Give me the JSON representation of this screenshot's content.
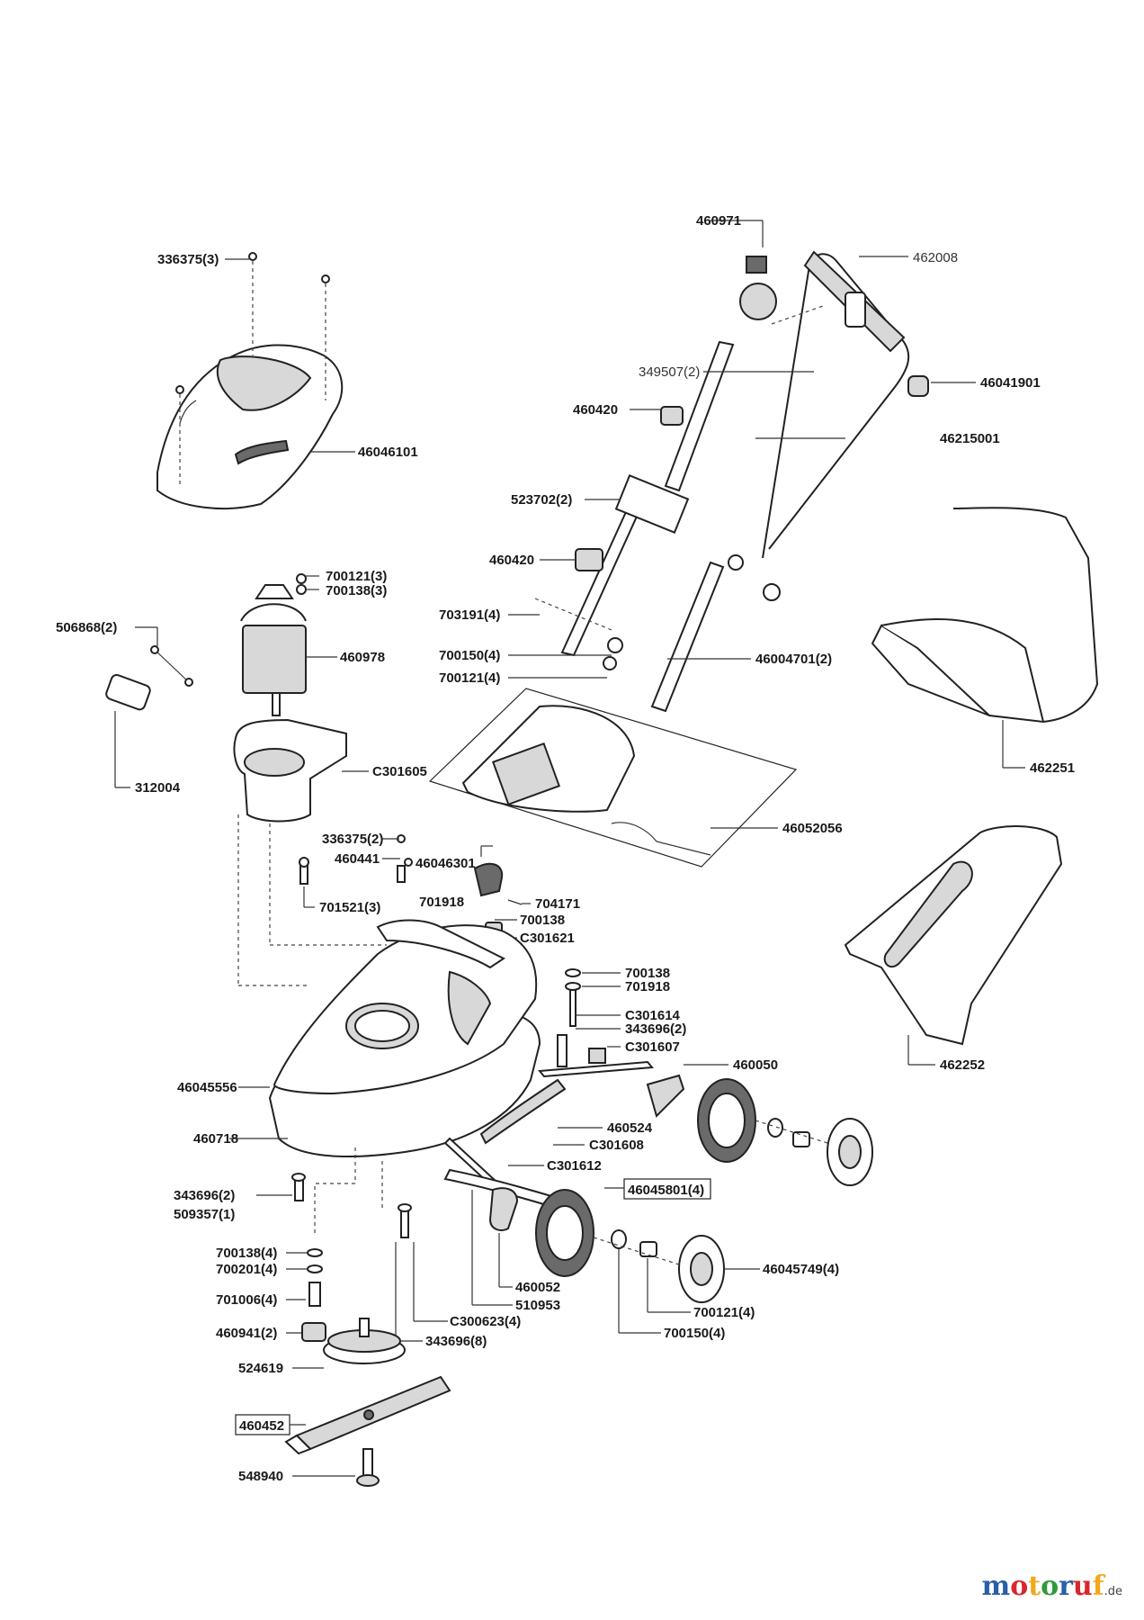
{
  "diagram": {
    "labels": {
      "l460971": "460971",
      "l462008": "462008",
      "l336375_3": "336375(3)",
      "l349507_2": "349507(2)",
      "l46041901": "46041901",
      "l460420a": "460420",
      "l46046101": "46046101",
      "l46215001": "46215001",
      "l523702_2": "523702(2)",
      "l460420b": "460420",
      "l700121_3": "700121(3)",
      "l700138_3": "700138(3)",
      "l506868_2": "506868(2)",
      "l703191_4": "703191(4)",
      "l460978": "460978",
      "l700150_4": "700150(4)",
      "l700121_4": "700121(4)",
      "l46004701_2": "46004701(2)",
      "lC301605": "C301605",
      "l312004": "312004",
      "l462251": "462251",
      "l46052056": "46052056",
      "l336375_2": "336375(2)",
      "l460441": "460441",
      "l46046301": "46046301",
      "l701918a": "701918",
      "l704171": "704171",
      "l700138a": "700138",
      "l701521_3": "701521(3)",
      "lC301621": "C301621",
      "l700138b": "700138",
      "l701918b": "701918",
      "lC301614": "C301614",
      "l343696_2a": "343696(2)",
      "lC301607": "C301607",
      "l460050": "460050",
      "l462252": "462252",
      "l46045556": "46045556",
      "l460524": "460524",
      "l460718": "460718",
      "lC301608": "C301608",
      "lC301612": "C301612",
      "l46045801_4": "46045801(4)",
      "l343696_2b": "343696(2)",
      "l509357_1": "509357(1)",
      "l700138_4": "700138(4)",
      "l700201_4": "700201(4)",
      "l701006_4": "701006(4)",
      "l460052": "460052",
      "l510953": "510953",
      "l46045749_4": "46045749(4)",
      "l700121_4b": "700121(4)",
      "l460941_2": "460941(2)",
      "lC300623_4": "C300623(4)",
      "l343696_8": "343696(8)",
      "l700150_4b": "700150(4)",
      "l524619": "524619",
      "l460452": "460452",
      "l548940": "548940"
    }
  },
  "branding": {
    "logo_main": "motoruf",
    "logo_suffix": ".de",
    "colors": {
      "m": "#2a5fa8",
      "o1": "#d8282c",
      "t": "#f2a81d",
      "o2": "#2f9a3a",
      "r": "#2a5fa8",
      "u": "#d8282c",
      "f": "#f2a81d"
    }
  }
}
